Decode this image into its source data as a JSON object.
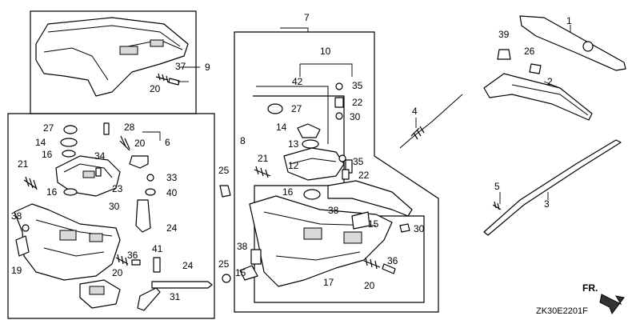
{
  "diagram": {
    "code": "ZK30E2201F",
    "direction_label": "FR.",
    "callouts": [
      "1",
      "2",
      "3",
      "4",
      "5",
      "6",
      "7",
      "8",
      "9",
      "10",
      "12",
      "13",
      "14",
      "15",
      "16",
      "17",
      "19",
      "20",
      "21",
      "22",
      "23",
      "24",
      "25",
      "26",
      "27",
      "28",
      "30",
      "31",
      "33",
      "34",
      "35",
      "36",
      "37",
      "38",
      "39",
      "40",
      "41",
      "42"
    ]
  }
}
